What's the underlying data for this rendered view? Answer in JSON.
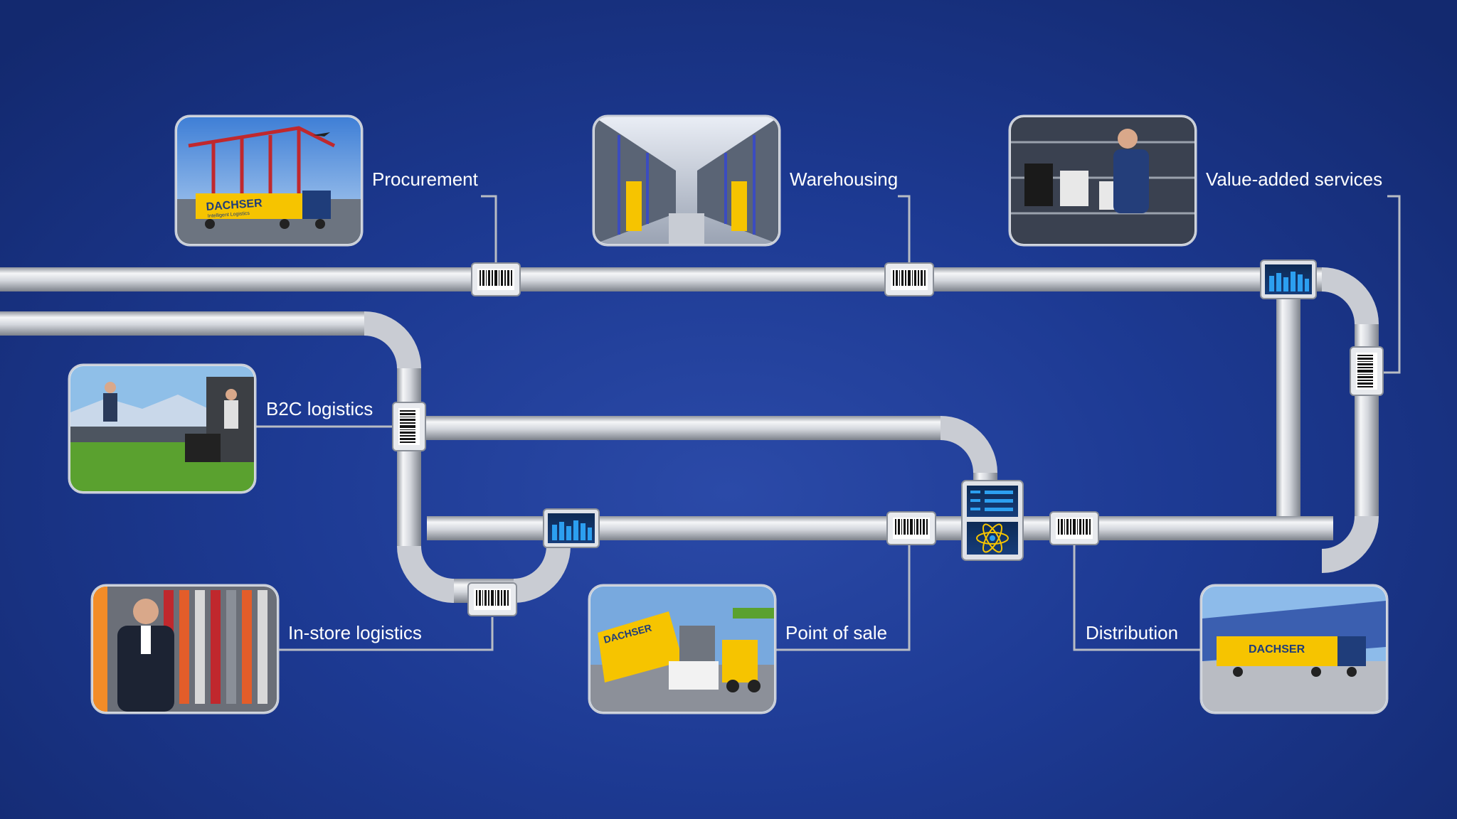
{
  "stages": [
    {
      "key": "procurement",
      "label": "Procurement"
    },
    {
      "key": "warehousing",
      "label": "Warehousing"
    },
    {
      "key": "value-added",
      "label": "Value-added services"
    },
    {
      "key": "b2c",
      "label": "B2C logistics"
    },
    {
      "key": "in-store",
      "label": "In-store logistics"
    },
    {
      "key": "point-of-sale",
      "label": "Point of sale"
    },
    {
      "key": "distribution",
      "label": "Distribution"
    }
  ],
  "brand": {
    "name": "DACHSER",
    "tagline": "Intelligent Logistics"
  },
  "colors": {
    "background": "#1d3a93",
    "pipe": "#d9dce2",
    "brand_yellow": "#f6c400",
    "screen_blue": "#2c9ff0"
  },
  "icons": {
    "barcode": "barcode-icon",
    "monitor": "bar-chart-icon",
    "hub": "atom-icon"
  }
}
